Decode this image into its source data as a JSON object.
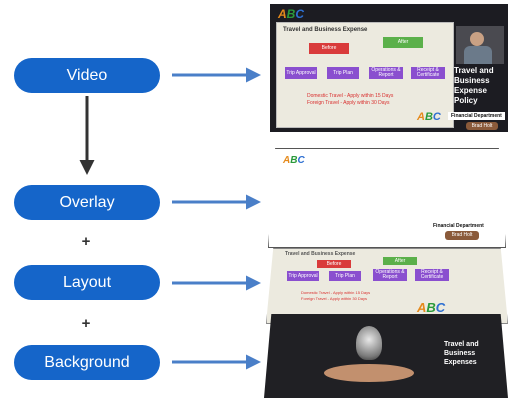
{
  "labels": {
    "video": "Video",
    "overlay": "Overlay",
    "layout": "Layout",
    "background": "Background",
    "plus1": "+",
    "plus2": "+"
  },
  "logo": {
    "a": "A",
    "b": "B",
    "c": "C"
  },
  "slide": {
    "title": "Travel and Business Expense",
    "before": "Before",
    "after": "After",
    "trip_approval": "Trip Approval",
    "trip_plan": "Trip Plan",
    "operations_report": "Operations & Report",
    "receipt_certificate": "Receipt & Certificate",
    "domestic_note": "Domestic Travel - Apply within 15 Days",
    "foreign_note": "Foreign Travel - Apply within 30 Days"
  },
  "video_panel": {
    "side_title": "Travel and Business Expense Policy",
    "department": "Financial Department",
    "name": "Brad Holt"
  },
  "overlay_panel": {
    "department": "Financial Department",
    "name": "Brad Holt"
  },
  "background_panel": {
    "title": "Travel and Business Expenses"
  },
  "colors": {
    "pill": "#1565c9",
    "arrow": "#4a7fc8",
    "before_box": "#d93b3b",
    "after_box": "#5bb04a",
    "purple_box": "#8a4fcf",
    "note_red": "#d9302f",
    "name_badge": "#8a5a3a"
  }
}
